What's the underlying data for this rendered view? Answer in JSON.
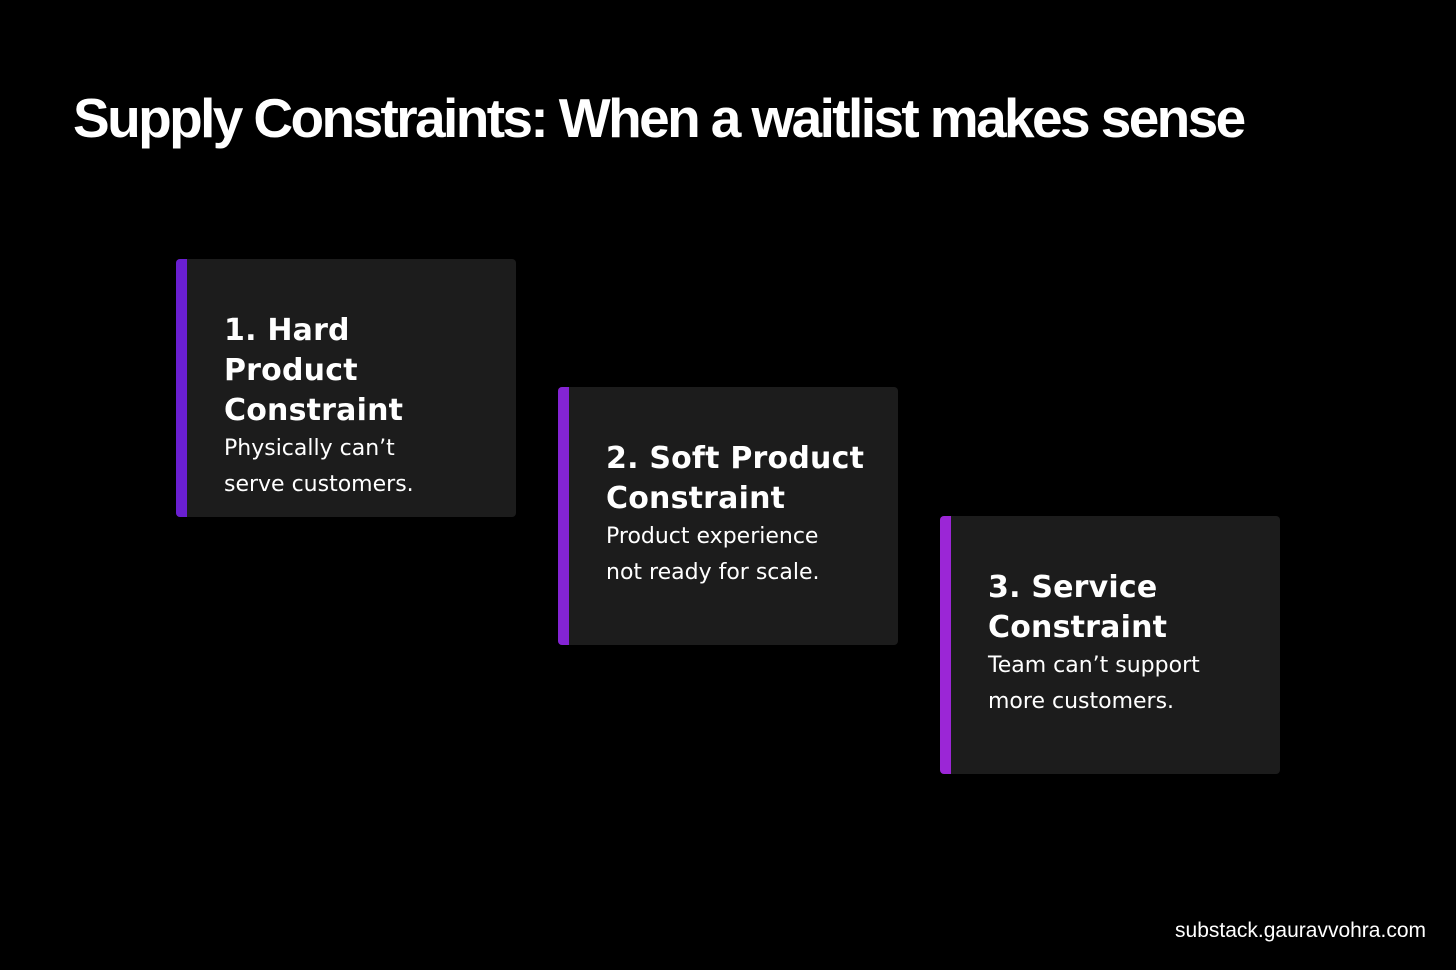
{
  "title": "Supply Constraints: When a waitlist makes sense",
  "cards": [
    {
      "heading": "1. Hard Product Constraint",
      "description": "Physically can’t serve customers.",
      "accent_color": "#6a1fd1"
    },
    {
      "heading": "2. Soft Product Constraint",
      "description": "Product experience not ready for scale.",
      "accent_color": "#8424d4"
    },
    {
      "heading": "3. Service Constraint",
      "description": "Team can’t support more customers.",
      "accent_color": "#9b26d6"
    }
  ],
  "footer": "substack.gauravvohra.com",
  "colors": {
    "background": "#000000",
    "card_background": "#1c1c1c",
    "text": "#ffffff"
  }
}
